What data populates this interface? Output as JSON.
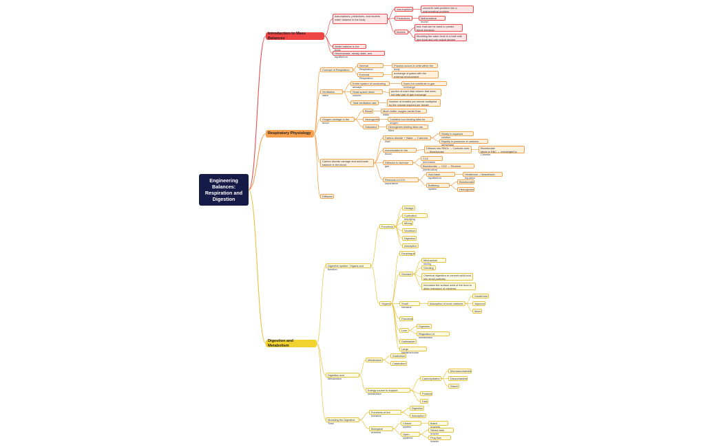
{
  "root": {
    "label": "Engineering Balances: Respiration and Digestion"
  },
  "colors": {
    "red": "#e94a4a",
    "orange": "#f0a04b",
    "yellow": "#e6c23c",
    "root": "#161a46"
  },
  "nodes": [
    {
      "id": "n1",
      "label": "Introduction to Mass Balances",
      "branch": "red"
    },
    {
      "id": "n1a",
      "label": "Assumptions, predictions, and models: water balance in the body",
      "branch": "red"
    },
    {
      "id": "n1a1",
      "label": "Assumptions",
      "branch": "red"
    },
    {
      "id": "n1a1a",
      "label": "converts valid problem into a mathematical problem",
      "branch": "red"
    },
    {
      "id": "n1a2",
      "label": "Predictions",
      "branch": "red"
    },
    {
      "id": "n1a2a",
      "label": "Mathematical model",
      "branch": "red"
    },
    {
      "id": "n1a3",
      "label": "Models",
      "branch": "red"
    },
    {
      "id": "n1a3a",
      "label": "tool, that can be used to predict future behavior",
      "branch": "red"
    },
    {
      "id": "n1a3b",
      "label": "Modeling the water level in a bath with one input and one output stream",
      "branch": "red"
    },
    {
      "id": "n1b",
      "label": "Water balance in the body",
      "branch": "red"
    },
    {
      "id": "n1c",
      "label": "Homeostasis, steady state, and equilibrium",
      "branch": "red"
    },
    {
      "id": "n2",
      "label": "Respiratory Physiology",
      "branch": "orange"
    },
    {
      "id": "n2a",
      "label": "Concept of Respiration",
      "branch": "orange"
    },
    {
      "id": "n2a1",
      "label": "Internal Respiration",
      "branch": "orange"
    },
    {
      "id": "n2a1a",
      "label": "Process occurs in cells within the body",
      "branch": "orange"
    },
    {
      "id": "n2a2",
      "label": "External Respiration",
      "branch": "orange"
    },
    {
      "id": "n2a2a",
      "label": "exchange of gases with the external environment",
      "branch": "orange"
    },
    {
      "id": "n2b",
      "label": "Ventilation rates",
      "branch": "orange"
    },
    {
      "id": "n2b1",
      "label": "Entire system of conducting airways",
      "branch": "orange"
    },
    {
      "id": "n2b1a",
      "label": "Does not contribute in gas exchange",
      "branch": "orange"
    },
    {
      "id": "n2b2",
      "label": "Dead space/ dead volume",
      "branch": "orange"
    },
    {
      "id": "n2b2a",
      "label": "portion of each tidal volume that does not take part in gas exchange",
      "branch": "orange"
    },
    {
      "id": "n2b3",
      "label": "Total ventilation rate",
      "branch": "orange"
    },
    {
      "id": "n2b3a",
      "label": "Number of breaths per minute multiplied by the volume inspired per breath",
      "branch": "orange"
    },
    {
      "id": "n2c",
      "label": "Oxygen carriage in the blood",
      "branch": "orange"
    },
    {
      "id": "n2c1",
      "label": "Blood",
      "branch": "orange"
    },
    {
      "id": "n2c1a",
      "label": "Much better oxygen carrier than water",
      "branch": "orange"
    },
    {
      "id": "n2c2",
      "label": "Hemoglobin",
      "branch": "orange"
    },
    {
      "id": "n2c2a",
      "label": "Contains four binding sites for oxygen",
      "branch": "orange"
    },
    {
      "id": "n2c3",
      "label": "Saturated",
      "branch": "orange"
    },
    {
      "id": "n2c3a",
      "label": "Hemoglobin binding sites are filled",
      "branch": "orange"
    },
    {
      "id": "n2d",
      "label": "Carbon dioxide carriage and acid-base balance in the blood",
      "branch": "orange"
    },
    {
      "id": "n2d1",
      "label": "Carbon dioxide + Water → Carbonic Acid",
      "branch": "orange"
    },
    {
      "id": "n2d1a",
      "label": "Slowly in aqueous solution",
      "branch": "orange"
    },
    {
      "id": "n2d1b",
      "label": "Rapidly in presence of carbonic anhydrase",
      "branch": "orange"
    },
    {
      "id": "n2d2",
      "label": "Accumulated in the blood",
      "branch": "orange"
    },
    {
      "id": "n2d2a",
      "label": "Diffuses into RBCs → Carbonic acid → Bicarbonate",
      "branch": "orange"
    },
    {
      "id": "n2d2a1",
      "label": "Bicarbonate\nMade in RBC → exchanged to Chloride",
      "branch": "orange"
    },
    {
      "id": "n2d3",
      "label": "Diffusion to alveolar gas",
      "branch": "orange"
    },
    {
      "id": "n2d3a",
      "label": "CO2 decreases",
      "branch": "orange"
    },
    {
      "id": "n2d3b",
      "label": "Bicarbonate → CO2 → Reverse (elimination)",
      "branch": "orange"
    },
    {
      "id": "n2d4",
      "label": "Removal of CO2: importance",
      "branch": "orange"
    },
    {
      "id": "n2d4a",
      "label": "Acid-base equilibrium",
      "branch": "orange"
    },
    {
      "id": "n2d4a1",
      "label": "Henderson – Hasselbach equation",
      "branch": "orange"
    },
    {
      "id": "n2d4b",
      "label": "Buffering system",
      "branch": "orange"
    },
    {
      "id": "n2d4b1",
      "label": "Bicarbonate",
      "branch": "orange"
    },
    {
      "id": "n2d4b2",
      "label": "Hemoglobin",
      "branch": "orange"
    },
    {
      "id": "n2e",
      "label": "Diffusion",
      "branch": "orange"
    },
    {
      "id": "n3",
      "label": "Digestion and Metabolism",
      "branch": "yellow"
    },
    {
      "id": "n3a",
      "label": "Digestive system: Organs and function",
      "branch": "yellow"
    },
    {
      "id": "n3a1",
      "label": "Functions",
      "branch": "yellow"
    },
    {
      "id": "n3a1a",
      "label": "Storage",
      "branch": "yellow"
    },
    {
      "id": "n3a1b",
      "label": "Controlled emptying",
      "branch": "yellow"
    },
    {
      "id": "n3a1c",
      "label": "Mixing",
      "branch": "yellow"
    },
    {
      "id": "n3a1d",
      "label": "Secretion",
      "branch": "yellow"
    },
    {
      "id": "n3a1e",
      "label": "Digestion",
      "branch": "yellow"
    },
    {
      "id": "n3a1f",
      "label": "Absorption",
      "branch": "yellow"
    },
    {
      "id": "n3a2",
      "label": "Organs",
      "branch": "yellow"
    },
    {
      "id": "n3a2a",
      "label": "Esophagus",
      "branch": "yellow"
    },
    {
      "id": "n3a2b",
      "label": "Stomach",
      "branch": "yellow"
    },
    {
      "id": "n3a2b1",
      "label": "Mechanical mixing",
      "branch": "yellow"
    },
    {
      "id": "n3a2b2",
      "label": "Grinding",
      "branch": "yellow"
    },
    {
      "id": "n3a2b3",
      "label": "Chemical digestion to convert solid food into small particles",
      "branch": "yellow"
    },
    {
      "id": "n3a2b4",
      "label": "Increases the surface area of the food to allow extraction of nutrients.",
      "branch": "yellow"
    },
    {
      "id": "n3a2c",
      "label": "Small Intestine",
      "branch": "yellow"
    },
    {
      "id": "n3a2c1",
      "label": "Absorption of most nutrients",
      "branch": "yellow"
    },
    {
      "id": "n3a2c1a",
      "label": "Duodenum",
      "branch": "yellow"
    },
    {
      "id": "n3a2c1b",
      "label": "Jejunum",
      "branch": "yellow"
    },
    {
      "id": "n3a2c1c",
      "label": "Ileum",
      "branch": "yellow"
    },
    {
      "id": "n3a2d",
      "label": "Pancreas",
      "branch": "yellow"
    },
    {
      "id": "n3a2e",
      "label": "Liver",
      "branch": "yellow"
    },
    {
      "id": "n3a2e1",
      "label": "Digestion",
      "branch": "yellow"
    },
    {
      "id": "n3a2e2",
      "label": "Regulation of metabolism",
      "branch": "yellow"
    },
    {
      "id": "n3a2f",
      "label": "Gallbladder",
      "branch": "yellow"
    },
    {
      "id": "n3a2g",
      "label": "Large Intestine/colon",
      "branch": "yellow"
    },
    {
      "id": "n3b",
      "label": "Digestion and Metabolism",
      "branch": "yellow"
    },
    {
      "id": "n3b1",
      "label": "Metabolism",
      "branch": "yellow"
    },
    {
      "id": "n3b1a",
      "label": "Anabolism",
      "branch": "yellow"
    },
    {
      "id": "n3b1b",
      "label": "Catabolism",
      "branch": "yellow"
    },
    {
      "id": "n3b2",
      "label": "Energy source to support metabolism",
      "branch": "yellow"
    },
    {
      "id": "n3b2a",
      "label": "Carbohydrates",
      "branch": "yellow"
    },
    {
      "id": "n3b2a1",
      "label": "Monosaccharides",
      "branch": "yellow"
    },
    {
      "id": "n3b2a2",
      "label": "Disaccharides",
      "branch": "yellow"
    },
    {
      "id": "n3b2a3",
      "label": "Starch",
      "branch": "yellow"
    },
    {
      "id": "n3b2b",
      "label": "Proteins",
      "branch": "yellow"
    },
    {
      "id": "n3b2c",
      "label": "Fats",
      "branch": "yellow"
    },
    {
      "id": "n3c",
      "label": "Modeling the Digestive Tract",
      "branch": "yellow"
    },
    {
      "id": "n3c1",
      "label": "Functions of the Intestine",
      "branch": "yellow"
    },
    {
      "id": "n3c1a",
      "label": "Digestion",
      "branch": "yellow"
    },
    {
      "id": "n3c1b",
      "label": "Absorption",
      "branch": "yellow"
    },
    {
      "id": "n3c2",
      "label": "Biological reactors",
      "branch": "yellow"
    },
    {
      "id": "n3c2a",
      "label": "Closed system",
      "branch": "yellow"
    },
    {
      "id": "n3c2a1",
      "label": "Batch reactors",
      "branch": "yellow"
    },
    {
      "id": "n3c2b",
      "label": "Open systems",
      "branch": "yellow"
    },
    {
      "id": "n3c2b1",
      "label": "Stirred tank reactor",
      "branch": "yellow"
    },
    {
      "id": "n3c2b2",
      "label": "Plug flow reactor",
      "branch": "yellow"
    }
  ]
}
